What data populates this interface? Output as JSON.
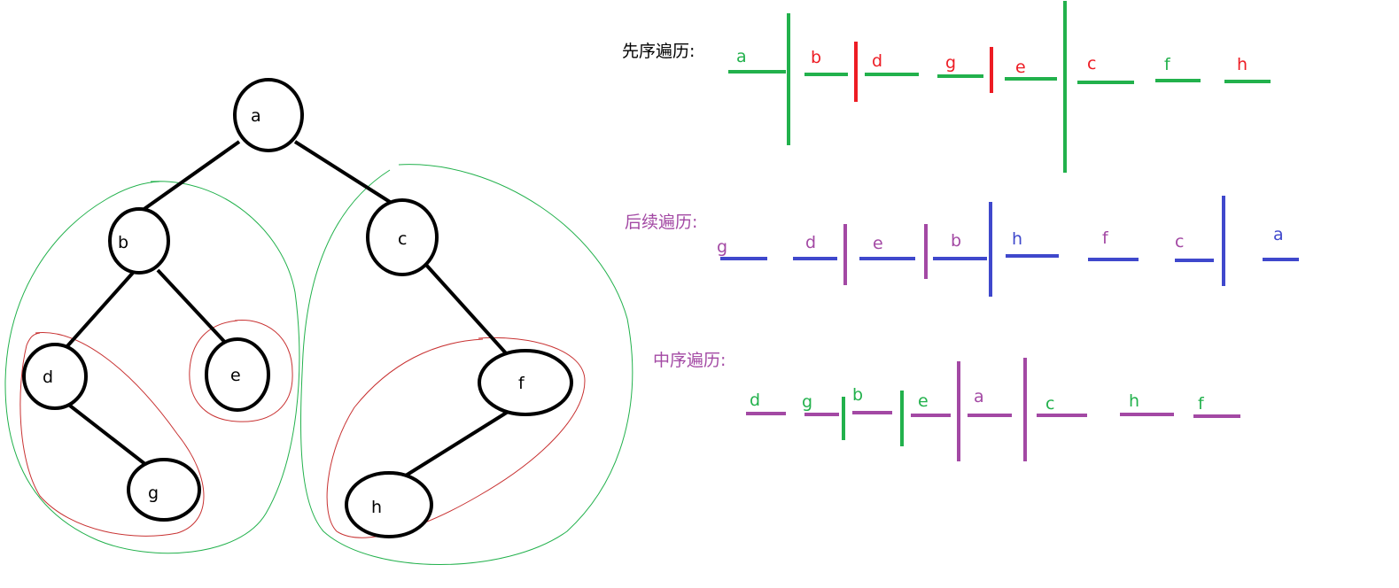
{
  "colors": {
    "green": "#22b14c",
    "red": "#ed1c24",
    "blue": "#3f48cc",
    "purple": "#a349a4",
    "black": "#000000",
    "outline_green": "#22b14c",
    "outline_red": "#c83232"
  },
  "tree": {
    "nodes": [
      {
        "id": "a",
        "label": "a"
      },
      {
        "id": "b",
        "label": "b"
      },
      {
        "id": "c",
        "label": "c"
      },
      {
        "id": "d",
        "label": "d"
      },
      {
        "id": "e",
        "label": "e"
      },
      {
        "id": "f",
        "label": "f"
      },
      {
        "id": "g",
        "label": "g"
      },
      {
        "id": "h",
        "label": "h"
      }
    ],
    "edges": [
      [
        "a",
        "b"
      ],
      [
        "a",
        "c"
      ],
      [
        "b",
        "d"
      ],
      [
        "b",
        "e"
      ],
      [
        "d",
        "g"
      ],
      [
        "c",
        "f"
      ],
      [
        "f",
        "h"
      ]
    ]
  },
  "preorder": {
    "title": "先序遍历:",
    "title_color": "black",
    "letters": [
      {
        "text": "a",
        "color": "green"
      },
      {
        "text": "b",
        "color": "red"
      },
      {
        "text": "d",
        "color": "red"
      },
      {
        "text": "g",
        "color": "red"
      },
      {
        "text": "e",
        "color": "red"
      },
      {
        "text": "c",
        "color": "red"
      },
      {
        "text": "f",
        "color": "green"
      },
      {
        "text": "h",
        "color": "red"
      }
    ]
  },
  "postorder": {
    "title": "后续遍历:",
    "title_color": "purple",
    "letters": [
      {
        "text": "g",
        "color": "purple"
      },
      {
        "text": "d",
        "color": "purple"
      },
      {
        "text": "e",
        "color": "purple"
      },
      {
        "text": "b",
        "color": "purple"
      },
      {
        "text": "h",
        "color": "blue"
      },
      {
        "text": "f",
        "color": "purple"
      },
      {
        "text": "c",
        "color": "purple"
      },
      {
        "text": "a",
        "color": "blue"
      }
    ]
  },
  "inorder": {
    "title": "中序遍历:",
    "title_color": "purple",
    "letters": [
      {
        "text": "d",
        "color": "green"
      },
      {
        "text": "g",
        "color": "green"
      },
      {
        "text": "b",
        "color": "green"
      },
      {
        "text": "e",
        "color": "green"
      },
      {
        "text": "a",
        "color": "purple"
      },
      {
        "text": "c",
        "color": "green"
      },
      {
        "text": "h",
        "color": "green"
      },
      {
        "text": "f",
        "color": "green"
      }
    ]
  }
}
